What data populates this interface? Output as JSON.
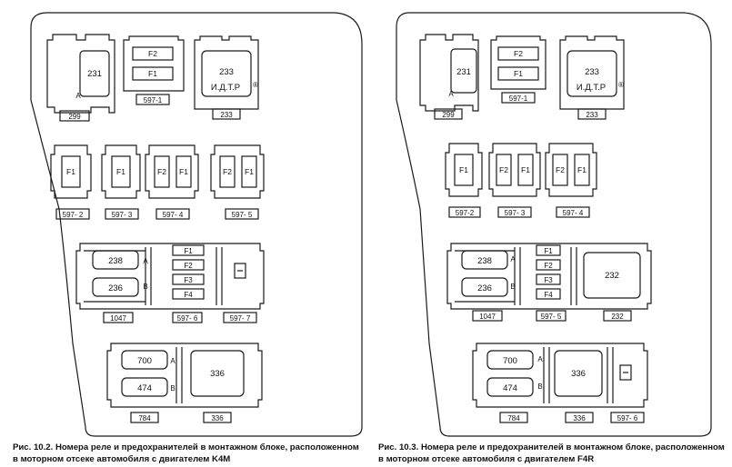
{
  "diagrams": [
    {
      "caption_line1": "Рис. 10.2. Номера реле и предохранителей в монтажном блоке, расположенном",
      "caption_line2": "в моторном отсеке автомобиля с двигателем K4M",
      "row1": {
        "relay_299": {
          "inner": "231",
          "letter": "A",
          "tag": "299"
        },
        "fuse_block_597_1": {
          "fuses": [
            "F2",
            "F1"
          ],
          "tag": "597-1"
        },
        "relay_233": {
          "inner": "233",
          "inscription": "И.Д.Т.Р",
          "mark": "®",
          "tag": "233"
        }
      },
      "row2": [
        {
          "fuses": [
            "F1"
          ],
          "tag": "597- 2"
        },
        {
          "fuses": [
            "F1"
          ],
          "tag": "597- 3"
        },
        {
          "fuses": [
            "F2",
            "F1"
          ],
          "tag": "597- 4"
        },
        {
          "fuses": [
            "F2",
            "F1"
          ],
          "tag": "597- 5"
        }
      ],
      "row3": {
        "relays": [
          {
            "inner": "238",
            "letter": "A"
          },
          {
            "inner": "236",
            "letter": "B"
          }
        ],
        "relays_tag": "1047",
        "fuses": [
          "F1",
          "F2",
          "F3",
          "F4"
        ],
        "fuses_tag": "597- 6",
        "extra_tag": "597- 7"
      },
      "row4": {
        "relays": [
          {
            "inner": "700",
            "letter": "A"
          },
          {
            "inner": "474",
            "letter": "B"
          }
        ],
        "relays_tag": "784",
        "big_inner": "336",
        "big_tag": "336"
      }
    },
    {
      "caption_line1": "Рис. 10.3. Номера реле и предохранителей в монтажном блоке, расположенном",
      "caption_line2": "в моторном отсеке автомобиля с двигателем F4R",
      "row1": {
        "relay_299": {
          "inner": "231",
          "letter": "A",
          "tag": "299"
        },
        "fuse_block_597_1": {
          "fuses": [
            "F2",
            "F1"
          ],
          "tag": "597-1"
        },
        "relay_233": {
          "inner": "233",
          "inscription": "И.Д.Т.Р",
          "mark": "®",
          "tag": "233"
        }
      },
      "row2": [
        {
          "fuses": [
            "F1"
          ],
          "tag": "597-2"
        },
        {
          "fuses": [
            "F2",
            "F1"
          ],
          "tag": "597- 3"
        },
        {
          "fuses": [
            "F2",
            "F1"
          ],
          "tag": "597- 4"
        }
      ],
      "row3": {
        "relays": [
          {
            "inner": "238",
            "letter": "A"
          },
          {
            "inner": "236",
            "letter": "B"
          }
        ],
        "relays_tag": "1047",
        "fuses": [
          "F1",
          "F2",
          "F3",
          "F4"
        ],
        "fuses_tag": "597- 5",
        "big_inner": "232",
        "big_tag": "232"
      },
      "row4": {
        "relays": [
          {
            "inner": "700",
            "letter": "A"
          },
          {
            "inner": "474",
            "letter": "B"
          }
        ],
        "relays_tag": "784",
        "big_inner": "336",
        "big_tag": "336",
        "extra_tag": "597- 6"
      }
    }
  ]
}
